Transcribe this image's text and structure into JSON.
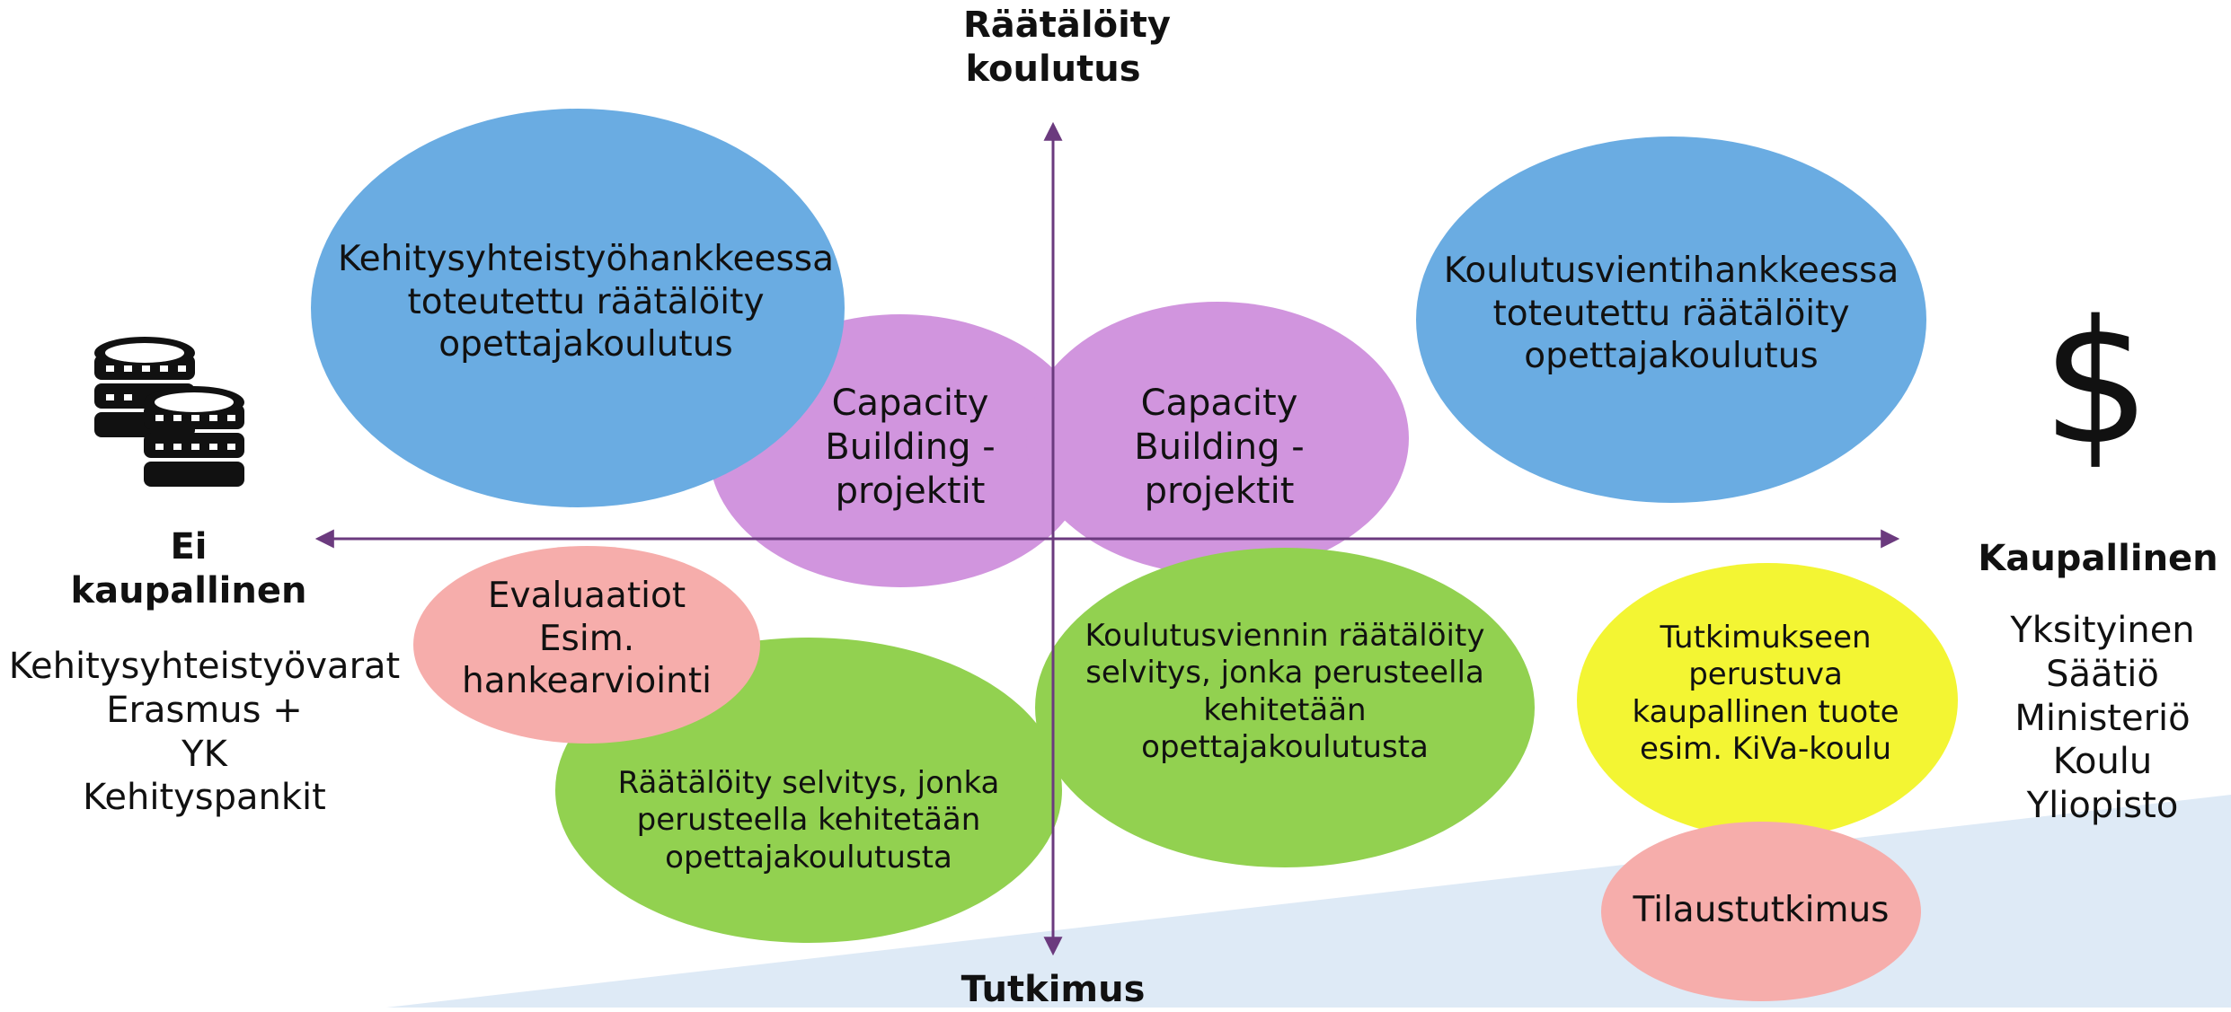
{
  "axes": {
    "top": [
      "Räätälöity",
      "koulutus"
    ],
    "bottom": "Tutkimus",
    "left": [
      "Ei",
      "kaupallinen"
    ],
    "right": "Kaupallinen"
  },
  "left_list": [
    "Kehitysyhteistyövarat",
    "Erasmus +",
    "YK",
    "Kehityspankit"
  ],
  "right_list": [
    "Yksityinen",
    "Säätiö",
    "Ministeriö",
    "Koulu",
    "Yliopisto"
  ],
  "icons": {
    "left": "coins-stack-icon",
    "right": "dollar-sign-icon",
    "right_glyph": "$"
  },
  "colors": {
    "blue": "#6aace2",
    "purple": "#d195de",
    "green": "#92d150",
    "pink": "#f6adab",
    "yellow": "#f3f533",
    "axis": "#6b3a7e",
    "band": "#deeaf6"
  },
  "bubbles": {
    "dev_coop_training": [
      "Kehitysyhteistyöhankkeessa",
      "toteutettu räätälöity",
      "opettajakoulutus"
    ],
    "capacity_left": [
      "Capacity",
      "Building -",
      "projektit"
    ],
    "capacity_right": [
      "Capacity",
      "Building -",
      "projektit"
    ],
    "export_training": [
      "Koulutusvientihankkeessa",
      "toteutettu räätälöity",
      "opettajakoulutus"
    ],
    "evaluations": [
      "Evaluaatiot",
      "Esim.",
      "hankearviointi"
    ],
    "tailored_survey": [
      "Räätälöity selvitys, jonka",
      "perusteella kehitetään",
      "opettajakoulutusta"
    ],
    "export_survey": [
      "Koulutusviennin räätälöity",
      "selvitys, jonka perusteella",
      "kehitetään",
      "opettajakoulutusta"
    ],
    "research_product": [
      "Tutkimukseen",
      "perustuva",
      "kaupallinen tuote",
      "esim. KiVa-koulu"
    ],
    "commissioned": [
      "Tilaustutkimus"
    ]
  }
}
